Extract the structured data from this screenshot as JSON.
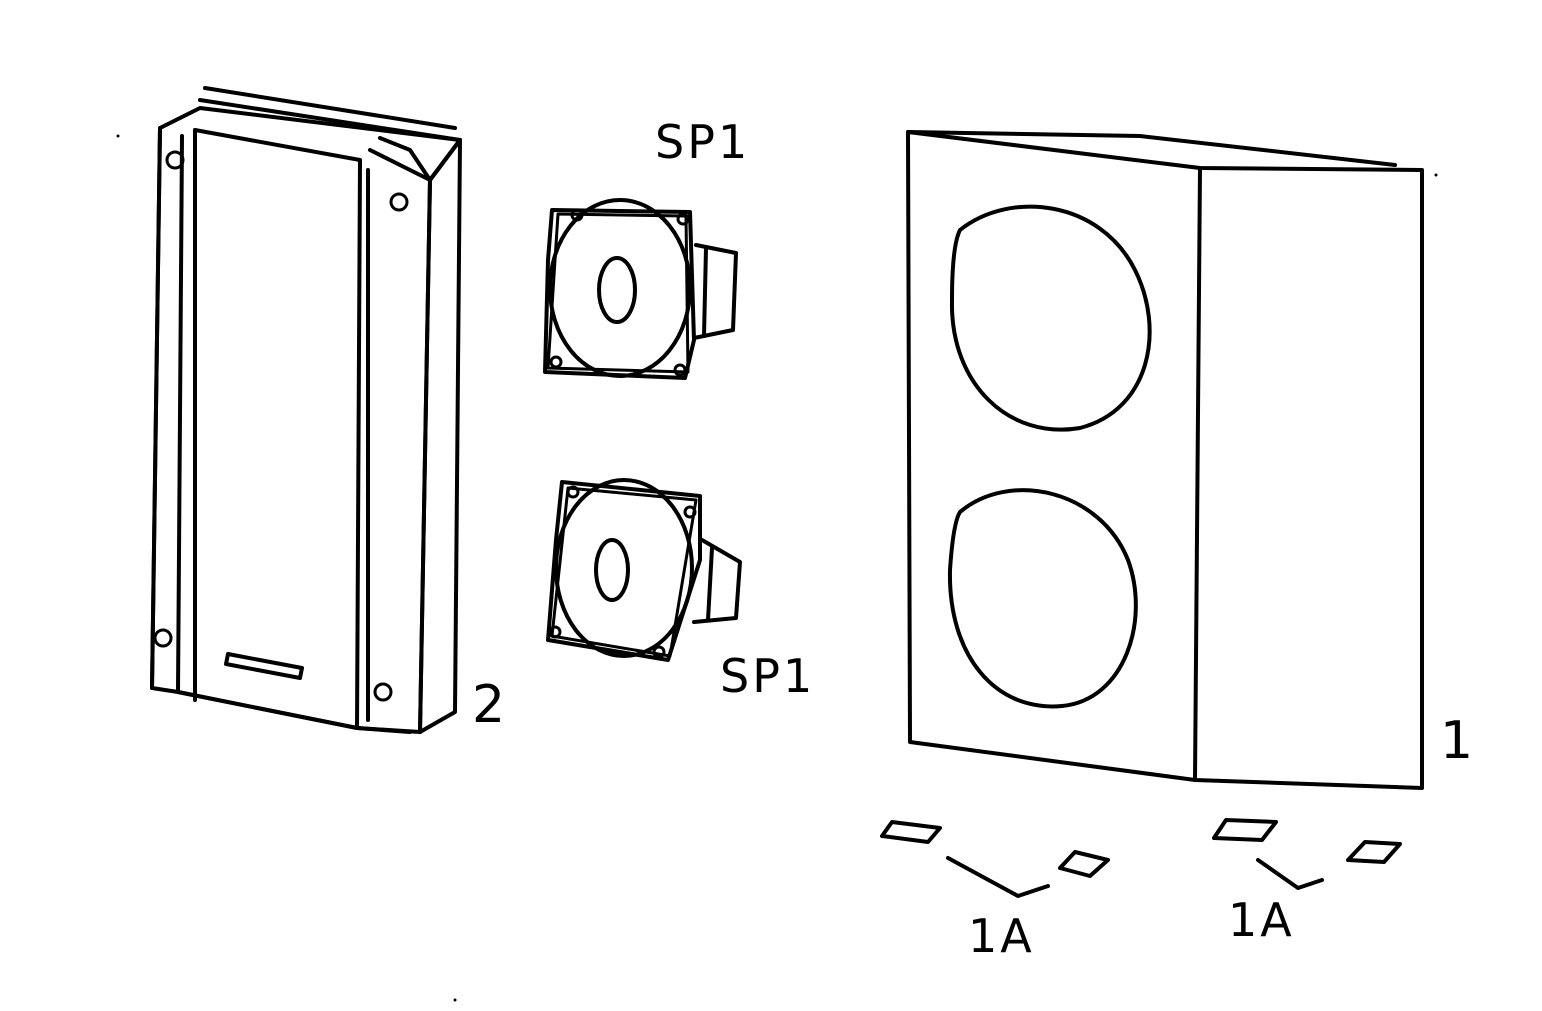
{
  "labels": {
    "housing_ref": "2",
    "speaker_top_ref": "SP1",
    "speaker_bottom_ref": "SP1",
    "front_panel_ref": "1",
    "pad_group_left_ref": "1A",
    "pad_group_right_ref": "1A"
  },
  "colors": {
    "ink": "#000000",
    "paper": "#ffffff"
  }
}
